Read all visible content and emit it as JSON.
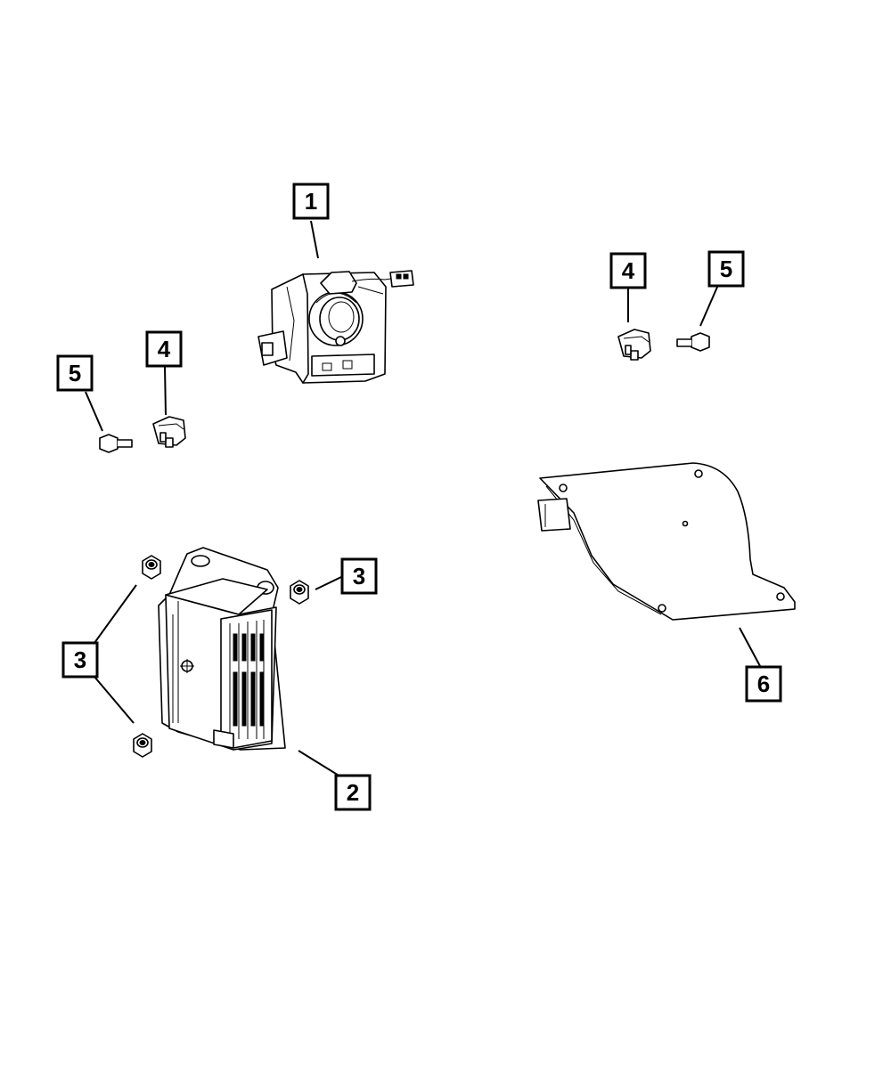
{
  "diagram": {
    "callouts": [
      {
        "id": "c1",
        "label": "1"
      },
      {
        "id": "c2",
        "label": "2"
      },
      {
        "id": "c3a",
        "label": "3"
      },
      {
        "id": "c3b",
        "label": "3"
      },
      {
        "id": "c4a",
        "label": "4"
      },
      {
        "id": "c4b",
        "label": "4"
      },
      {
        "id": "c5a",
        "label": "5"
      },
      {
        "id": "c5b",
        "label": "5"
      },
      {
        "id": "c6",
        "label": "6"
      }
    ],
    "parts": [
      {
        "name": "clockspring",
        "callout": "1"
      },
      {
        "name": "airbag-control-module",
        "callout": "2"
      },
      {
        "name": "nut",
        "callout": "3"
      },
      {
        "name": "impact-sensor",
        "callout": "4"
      },
      {
        "name": "bolt",
        "callout": "5"
      },
      {
        "name": "mounting-bracket",
        "callout": "6"
      }
    ],
    "colors": {
      "line": "#000000",
      "background": "#ffffff"
    }
  }
}
